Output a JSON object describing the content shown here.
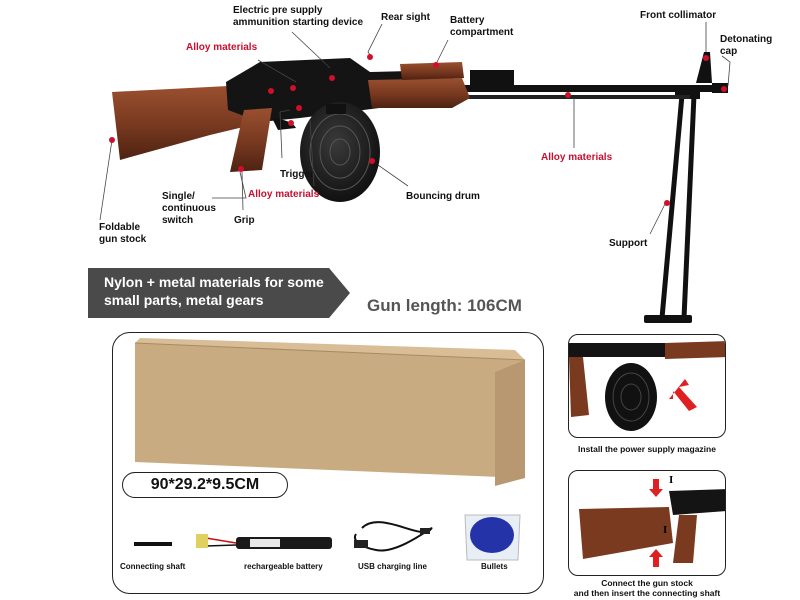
{
  "labels": {
    "electric_pre_supply": "Electric pre supply",
    "ammunition_device": "ammunition starting device",
    "rear_sight": "Rear sight",
    "battery_1": "Battery",
    "battery_2": "compartment",
    "front_collimator": "Front collimator",
    "detonating_1": "Detonating",
    "detonating_2": "cap",
    "alloy_top": "Alloy materials",
    "alloy_mid": "Alloy materials",
    "alloy_right": "Alloy materials",
    "trigger": "Trigger",
    "single_1": "Single/",
    "single_2": "continuous",
    "single_3": "switch",
    "grip": "Grip",
    "foldable_1": "Foldable",
    "foldable_2": "gun stock",
    "bouncing_drum": "Bouncing drum",
    "support": "Support"
  },
  "banner": {
    "line1": "Nylon + metal materials for some",
    "line2": "small parts, metal gears"
  },
  "gun_length": "Gun length: 106CM",
  "package": {
    "dimensions": "90*29.2*9.5CM",
    "accessories": [
      "Connecting shaft",
      "rechargeable battery",
      "USB charging line",
      "Bullets"
    ]
  },
  "steps": {
    "install": "Install the power supply magazine",
    "connect_1": "Connect the gun stock",
    "connect_2": "and then insert the connecting shaft"
  },
  "colors": {
    "wood": "#7a3b22",
    "metal": "#1a1a1a",
    "box": "#c9ab82",
    "accent": "#c8102e"
  }
}
